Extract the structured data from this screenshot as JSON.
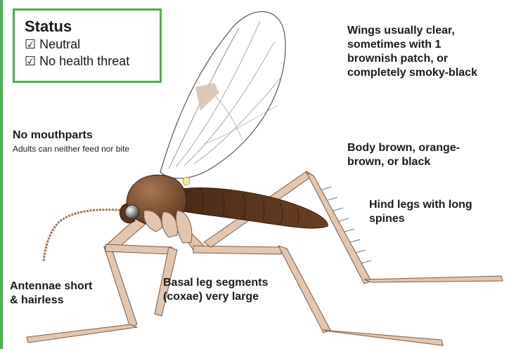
{
  "status": {
    "title": "Status",
    "items": [
      "☑ Neutral",
      "☑ No health threat"
    ]
  },
  "labels": {
    "wings": [
      "Wings usually clear,",
      "sometimes with 1",
      "brownish patch, or",
      "completely smoky-black"
    ],
    "mouthparts_title": "No mouthparts",
    "mouthparts_sub": "Adults can neither feed nor bite",
    "body": [
      "Body brown, orange-",
      "brown, or black"
    ],
    "hind_legs": [
      "Hind legs with long",
      "spines"
    ],
    "antennae": [
      "Antennae short",
      "& hairless"
    ],
    "coxae": [
      "Basal leg segments",
      "(coxae) very large"
    ]
  },
  "colors": {
    "accent": "#4caf50",
    "leg": "#e3c6b0",
    "body_dark": "#4a2a16",
    "body_mid": "#7a4b2c",
    "wing_patch": "#d9c3ad"
  }
}
